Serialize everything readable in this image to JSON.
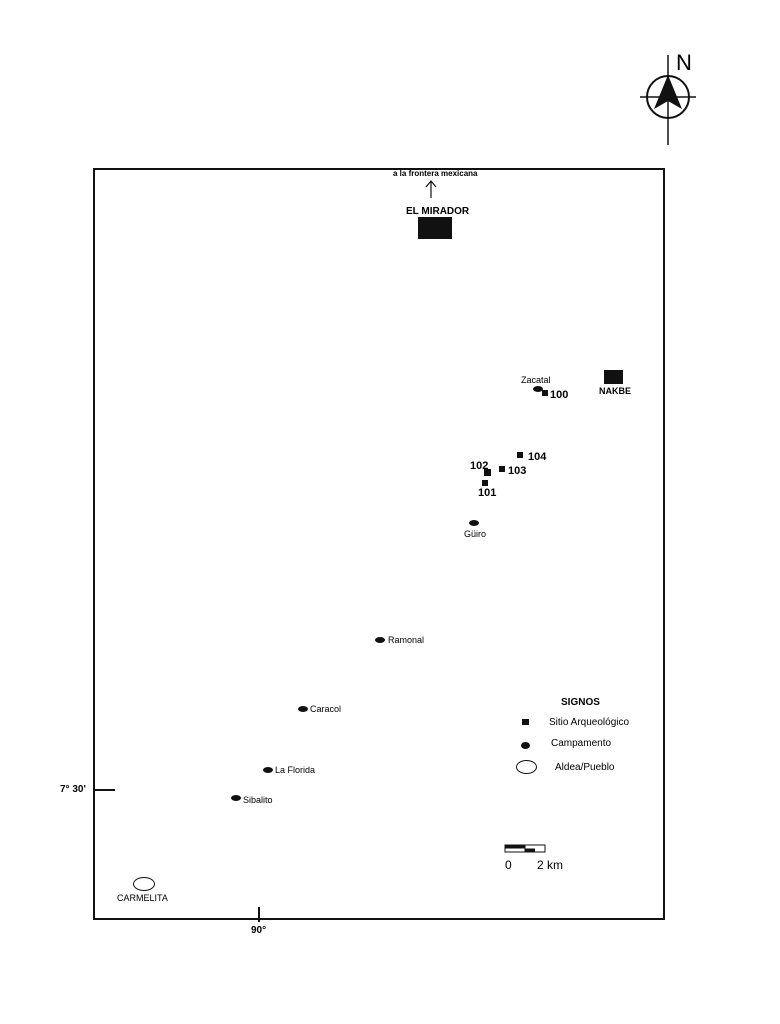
{
  "compass": {
    "label": "N"
  },
  "top_note": "a la frontera mexicana",
  "sites": {
    "el_mirador": "EL MIRADOR",
    "nakbe": "NAKBE",
    "s100": "100",
    "s101": "101",
    "s102": "102",
    "s103": "103",
    "s104": "104"
  },
  "camps": {
    "zacatal": "Zacatal",
    "guiro": "Güiro",
    "ramonal": "Ramonal",
    "caracol": "Caracol",
    "la_florida": "La Florida",
    "sibalito": "Sibalito"
  },
  "villages": {
    "carmelita": "CARMELITA"
  },
  "legend": {
    "title": "SIGNOS",
    "site": "Sitio Arqueológico",
    "camp": "Campamento",
    "village": "Aldea/Pueblo"
  },
  "scale": {
    "zero": "0",
    "km": "2 km"
  },
  "coords": {
    "lat": "7° 30'",
    "lon": "90°"
  }
}
